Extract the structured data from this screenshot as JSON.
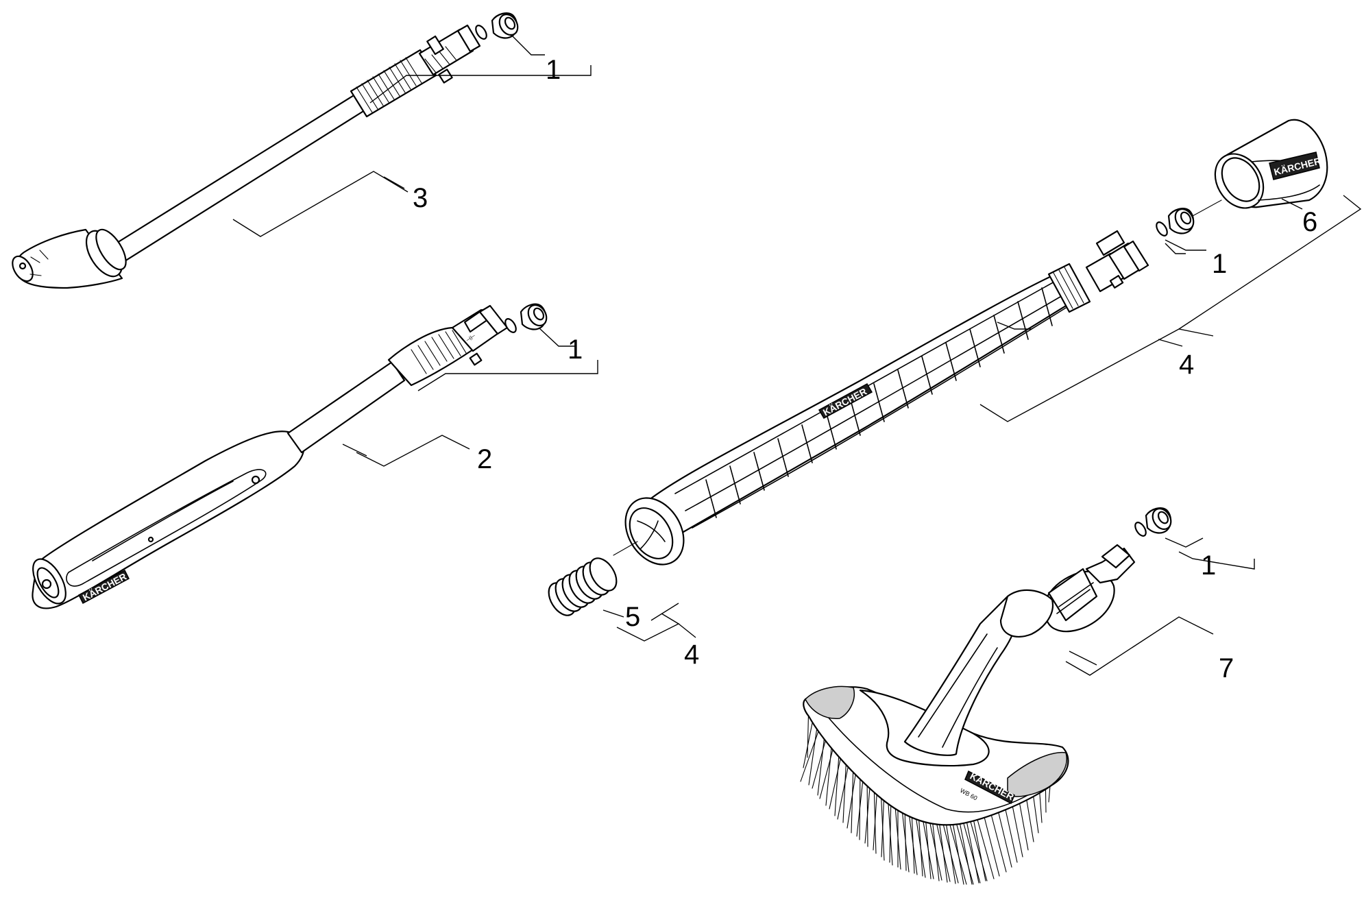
{
  "brand": "KÄRCHER",
  "brush_model_marking": "WB 60",
  "callouts": {
    "seal_upper_left": "1",
    "lance_3": "3",
    "seal_middle_left": "1",
    "lance_2": "2",
    "nut_6": "6",
    "seal_center": "1",
    "lance_4": "4",
    "spring_5": "5",
    "spring_parent_4": "4",
    "seal_brush": "1",
    "brush_7": "7"
  }
}
